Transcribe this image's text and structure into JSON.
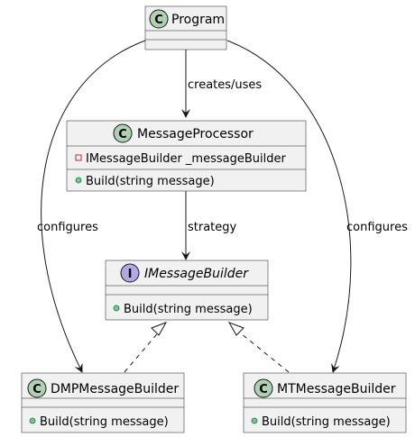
{
  "colors": {
    "box_fill": "#f1f1f1",
    "box_stroke": "#181818",
    "class_badge": "#add1b2",
    "interface_badge": "#b4a7e5",
    "public_dot": "#84be84",
    "private_mark": "#c82930",
    "line": "#181818"
  },
  "nodes": {
    "program": {
      "badge": "C",
      "name": "Program"
    },
    "processor": {
      "badge": "C",
      "name": "MessageProcessor",
      "field": "IMessageBuilder _messageBuilder",
      "method": "Build(string message)"
    },
    "imessage": {
      "badge": "I",
      "name": "IMessageBuilder",
      "method": "Build(string message)"
    },
    "dmp": {
      "badge": "C",
      "name": "DMPMessageBuilder",
      "method": "Build(string message)"
    },
    "mt": {
      "badge": "C",
      "name": "MTMessageBuilder",
      "method": "Build(string message)"
    }
  },
  "edges": {
    "creates_uses": "creates/uses",
    "strategy": "strategy",
    "configures_left": "configures",
    "configures_right": "configures"
  }
}
